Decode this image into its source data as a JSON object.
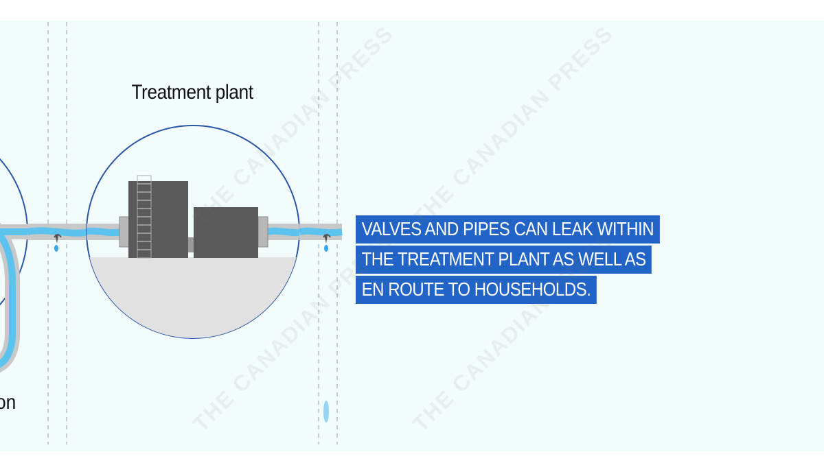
{
  "diagram": {
    "plant_label": "Treatment plant",
    "partial_label": "on",
    "callout_lines": [
      "VALVES AND PIPES CAN LEAK WITHIN",
      "THE TREATMENT PLANT AS WELL AS",
      "EN ROUTE TO HOUSEHOLDS."
    ]
  },
  "watermark": {
    "text": "THE CANADIAN PRESS"
  },
  "colors": {
    "background": "#f3fcfc",
    "water": "#5cc3ee",
    "pipe": "#c8c8c8",
    "circle_outline": "#2a56a6",
    "building": "#5a5a5a",
    "callout_bg": "#2164c6",
    "callout_text": "#ffffff"
  }
}
